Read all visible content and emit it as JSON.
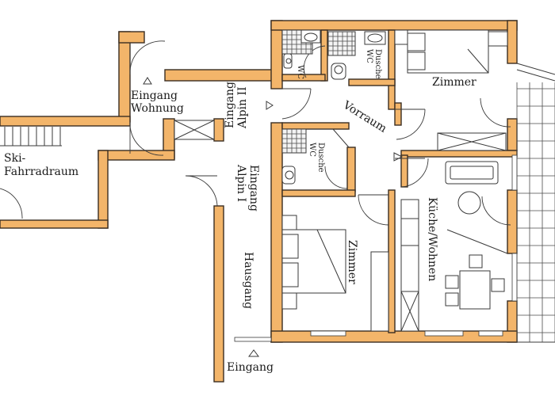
{
  "labels": {
    "eingang_wohnung": "Eingang\nWohnung",
    "ski_fahrradraum": "Ski-\nFahrradraum",
    "eingang_alpin_2": "Eingang\nAlpin II",
    "eingang_alpin_1": "Eingang\nAlpin I",
    "hausgang": "Hausgang",
    "eingang": "Eingang",
    "vorraum": "Vorraum",
    "zimmer_top": "Zimmer",
    "zimmer_bottom": "Zimmer",
    "kueche_wohnen": "Küche/Wohnen",
    "wc_1": "WC",
    "dusche_wc_top": "Dusche\nWC",
    "dusche_wc_mid": "Dusche\nWC"
  },
  "colors": {
    "wall": "#f3b56a",
    "wall_outline": "#3a2e22",
    "line": "#3a3a3a"
  }
}
